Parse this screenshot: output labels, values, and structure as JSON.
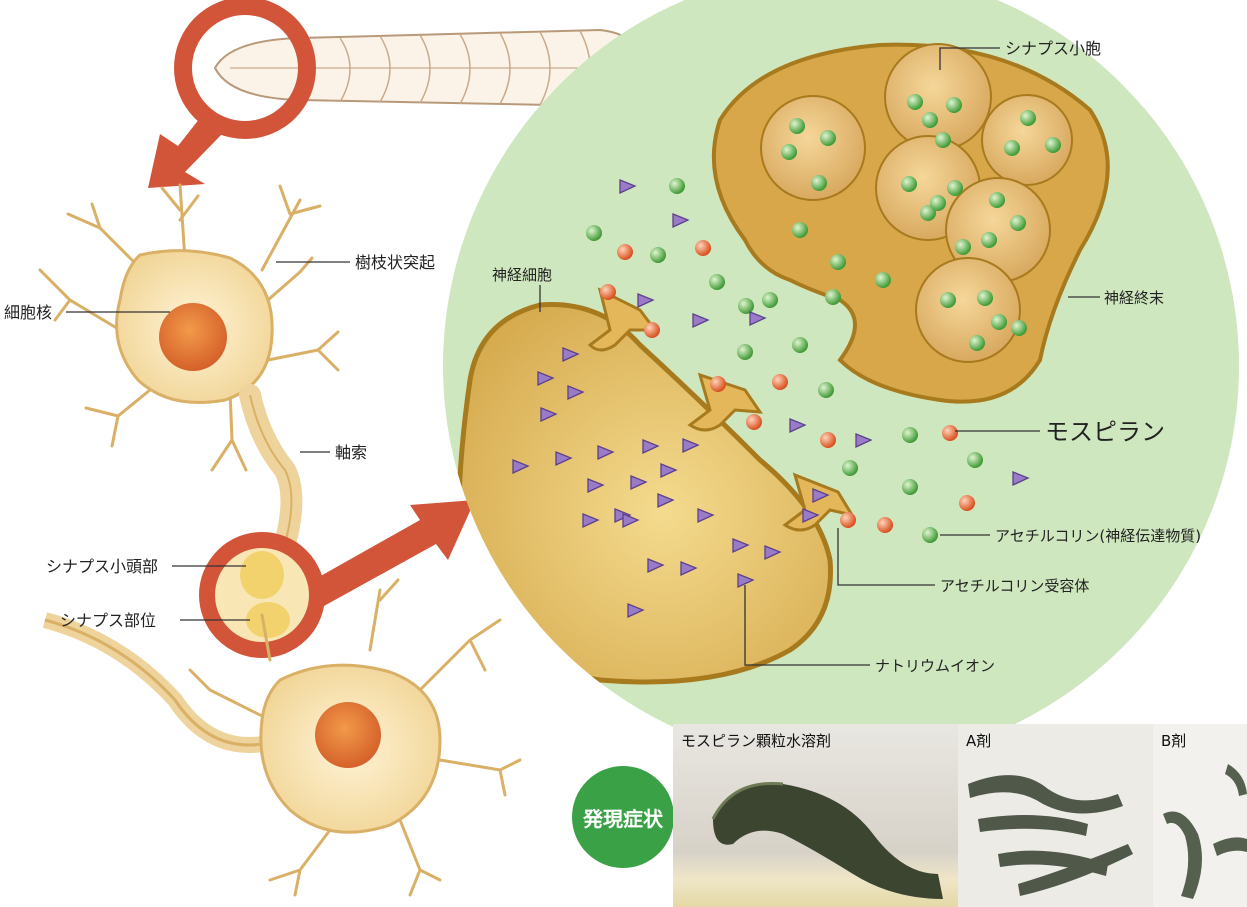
{
  "labels": {
    "dendrite": "樹枝状突起",
    "nucleus": "細胞核",
    "axon": "軸索",
    "synaptic_knob": "シナプス小頭部",
    "synapse_site": "シナプス部位",
    "synaptic_vesicle": "シナプス小胞",
    "nerve_cell": "神経細胞",
    "nerve_terminal": "神経終末",
    "product": "モスピラン",
    "acetylcholine": "アセチルコリン(神経伝達物質)",
    "ach_receptor": "アセチルコリン受容体",
    "sodium_ion": "ナトリウムイオン"
  },
  "symptoms": {
    "badge": "発現症状",
    "photos": [
      {
        "caption": "モスピラン顆粒水溶剤"
      },
      {
        "caption": "A剤"
      },
      {
        "caption": "B剤"
      }
    ]
  },
  "colors": {
    "cell_body": "#f8e6b4",
    "nucleus": "#e07a2a",
    "magnifier": "#d2553a",
    "synapse_bg": "#cfe7bf",
    "cell_membrane": "#a87a1e",
    "cell_fill": "#d9b053",
    "ach_green": "#5db04b",
    "mospilan_orange": "#e86a3a",
    "sodium_purple": "#8b68b7",
    "badge_green": "#3aa146"
  },
  "icons": [
    "larva-icon",
    "magnifier-icon",
    "arrow-icon",
    "receptor-icon"
  ]
}
